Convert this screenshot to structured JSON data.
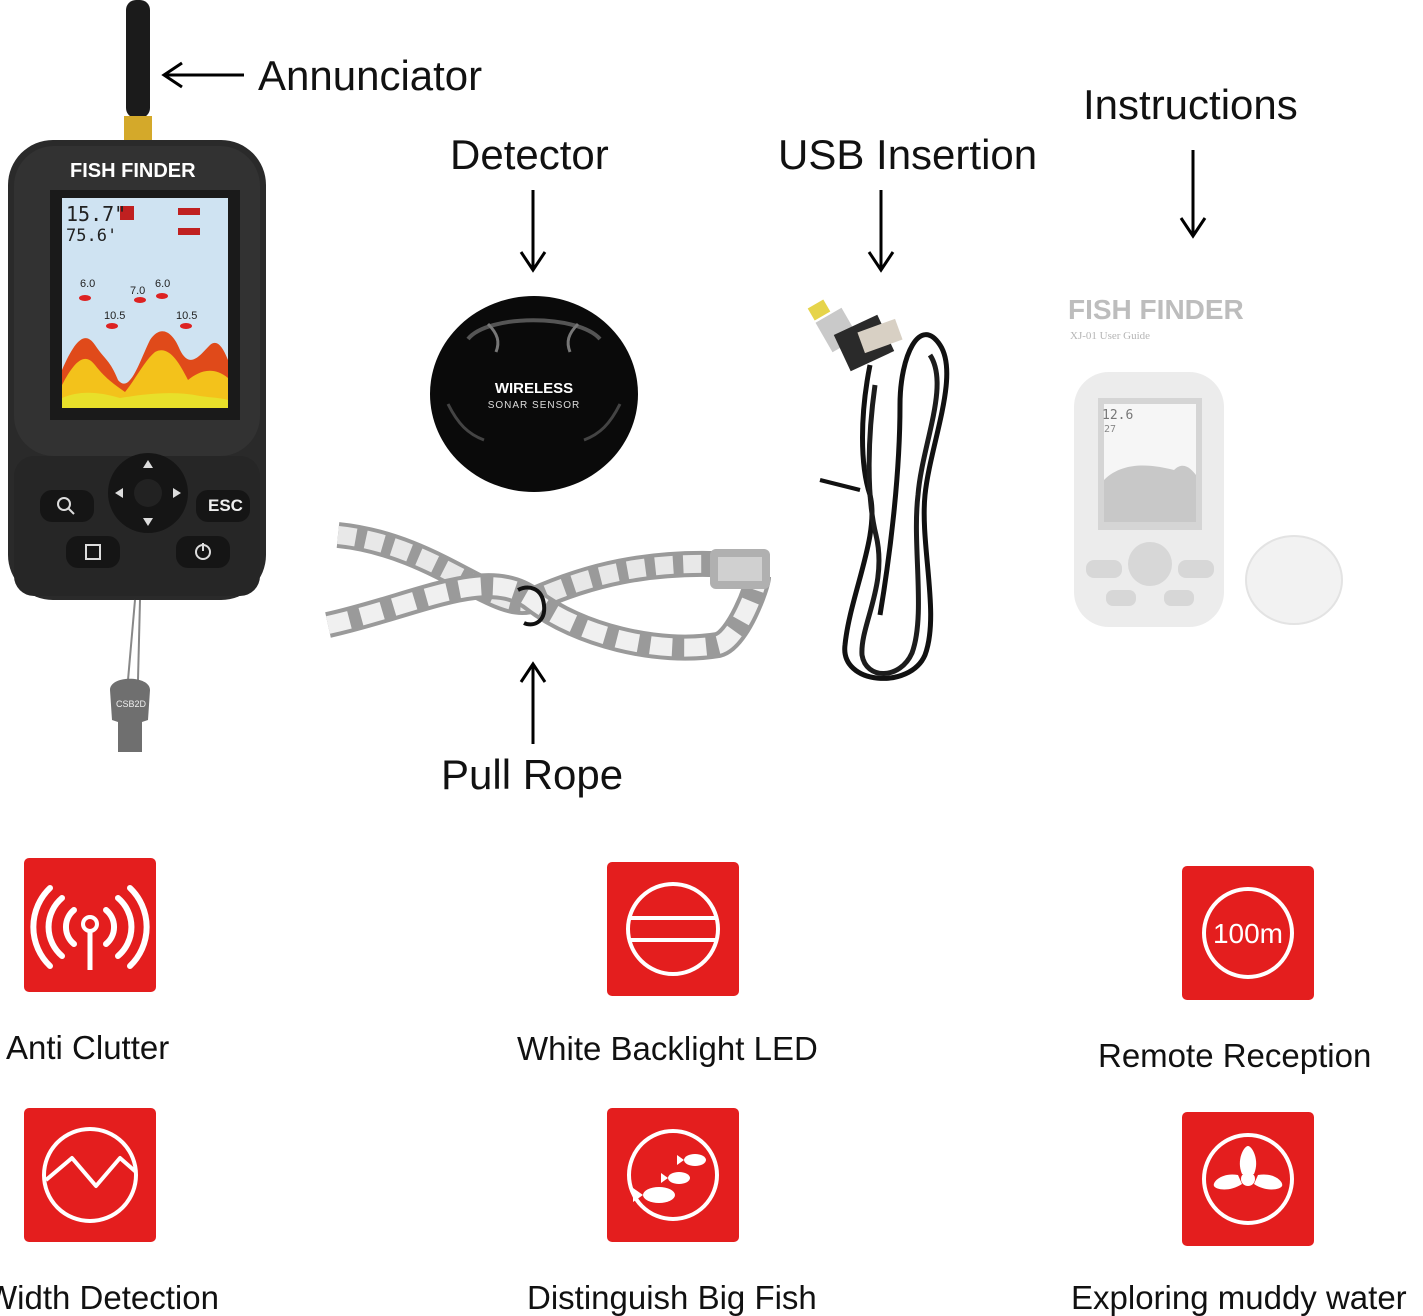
{
  "callouts": {
    "annunciator": "Annunciator",
    "detector": "Detector",
    "usb_insertion": "USB Insertion",
    "instructions": "Instructions",
    "pull_rope": "Pull Rope"
  },
  "device": {
    "brand": "FISH FINDER",
    "depth_reading": "15.7\"",
    "temp_reading": "75.6'",
    "fish_depths": [
      "6.0",
      "7.0",
      "6.0",
      "10.5",
      "10.5"
    ],
    "esc_label": "ESC",
    "tag_label": "CSB2D"
  },
  "sensor": {
    "line1": "WIRELESS",
    "line2": "SONAR SENSOR"
  },
  "manual": {
    "title": "FISH FINDER",
    "subtitle": "XJ-01 User Guide",
    "screen_values": [
      "12.6",
      "27"
    ]
  },
  "features": [
    {
      "label": "Anti Clutter",
      "icon": "antenna-icon"
    },
    {
      "label": "White Backlight LED",
      "icon": "backlight-icon"
    },
    {
      "label": "Remote Reception",
      "icon": "range-100m-icon",
      "icon_text": "100m"
    },
    {
      "label": "Width Detection",
      "icon": "wave-icon"
    },
    {
      "label": "Distinguish Big Fish",
      "icon": "fish-icon"
    },
    {
      "label": "Exploring muddy water",
      "icon": "propeller-icon"
    }
  ],
  "colors": {
    "accent": "#e41e1e"
  }
}
